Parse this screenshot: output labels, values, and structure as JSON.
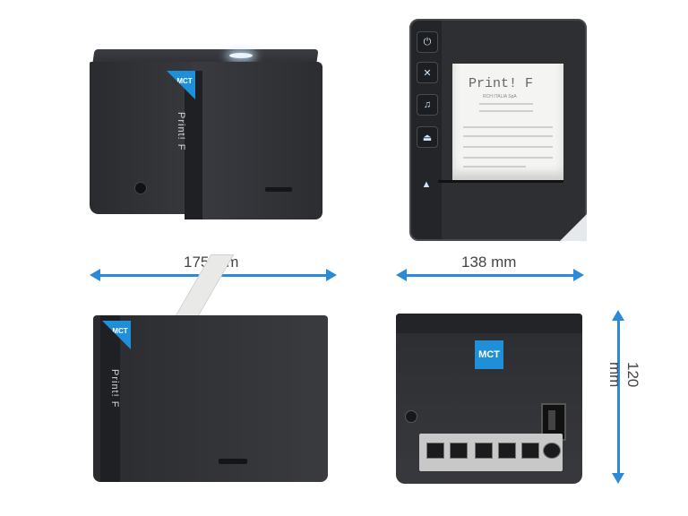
{
  "brand": {
    "logo_text": "MCT",
    "model_label": "Print! F",
    "accent_color": "#2a8ad7"
  },
  "receipt": {
    "title": "Print! F",
    "company_line": "RCH ITALIA SpA"
  },
  "dimensions": {
    "width_label": "175 mm",
    "depth_label": "138 mm",
    "height_label": "120 mm"
  },
  "icons": [
    "power-icon",
    "x-icon",
    "music-icon",
    "eject-icon",
    "up-arrow-icon"
  ]
}
